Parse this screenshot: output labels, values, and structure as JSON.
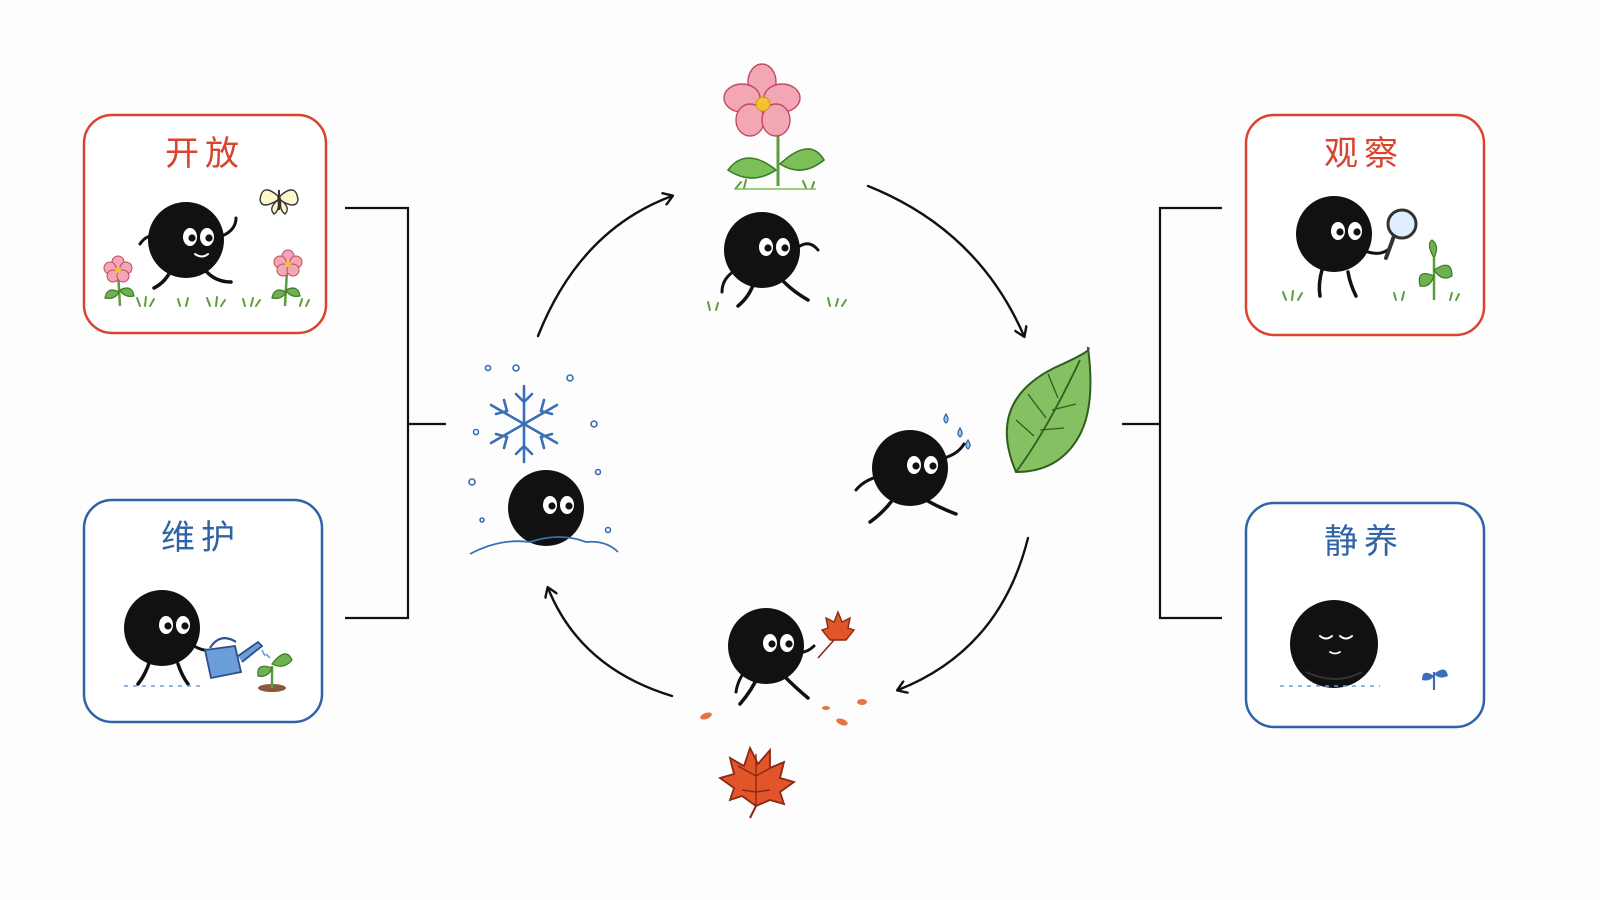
{
  "colors": {
    "warm": "#d9432f",
    "cool": "#2e63a8",
    "ink": "#111111",
    "leaf_green": "#6fb04f",
    "petal_pink": "#f3a7b5",
    "maple_orange": "#e2552b",
    "snow_blue": "#3a6fb8"
  },
  "cards": [
    {
      "id": "open",
      "title": "开放",
      "tone": "warm",
      "scene": "walking-in-meadow"
    },
    {
      "id": "maintain",
      "title": "维护",
      "tone": "cool",
      "scene": "watering-sprout"
    },
    {
      "id": "observe",
      "title": "观察",
      "tone": "warm",
      "scene": "magnifying-glass"
    },
    {
      "id": "rest",
      "title": "静养",
      "tone": "cool",
      "scene": "resting-with-eyes-closed"
    }
  ],
  "cycle": {
    "direction": "clockwise",
    "stages": [
      {
        "id": "spring",
        "icon": "flower-icon",
        "character": "walking"
      },
      {
        "id": "summer",
        "icon": "leaf-icon",
        "character": "running-sweating"
      },
      {
        "id": "autumn",
        "icon": "maple-leaf-icon",
        "character": "holding-maple-leaf"
      },
      {
        "id": "winter",
        "icon": "snowflake-icon",
        "character": "sitting-in-snow"
      }
    ]
  }
}
